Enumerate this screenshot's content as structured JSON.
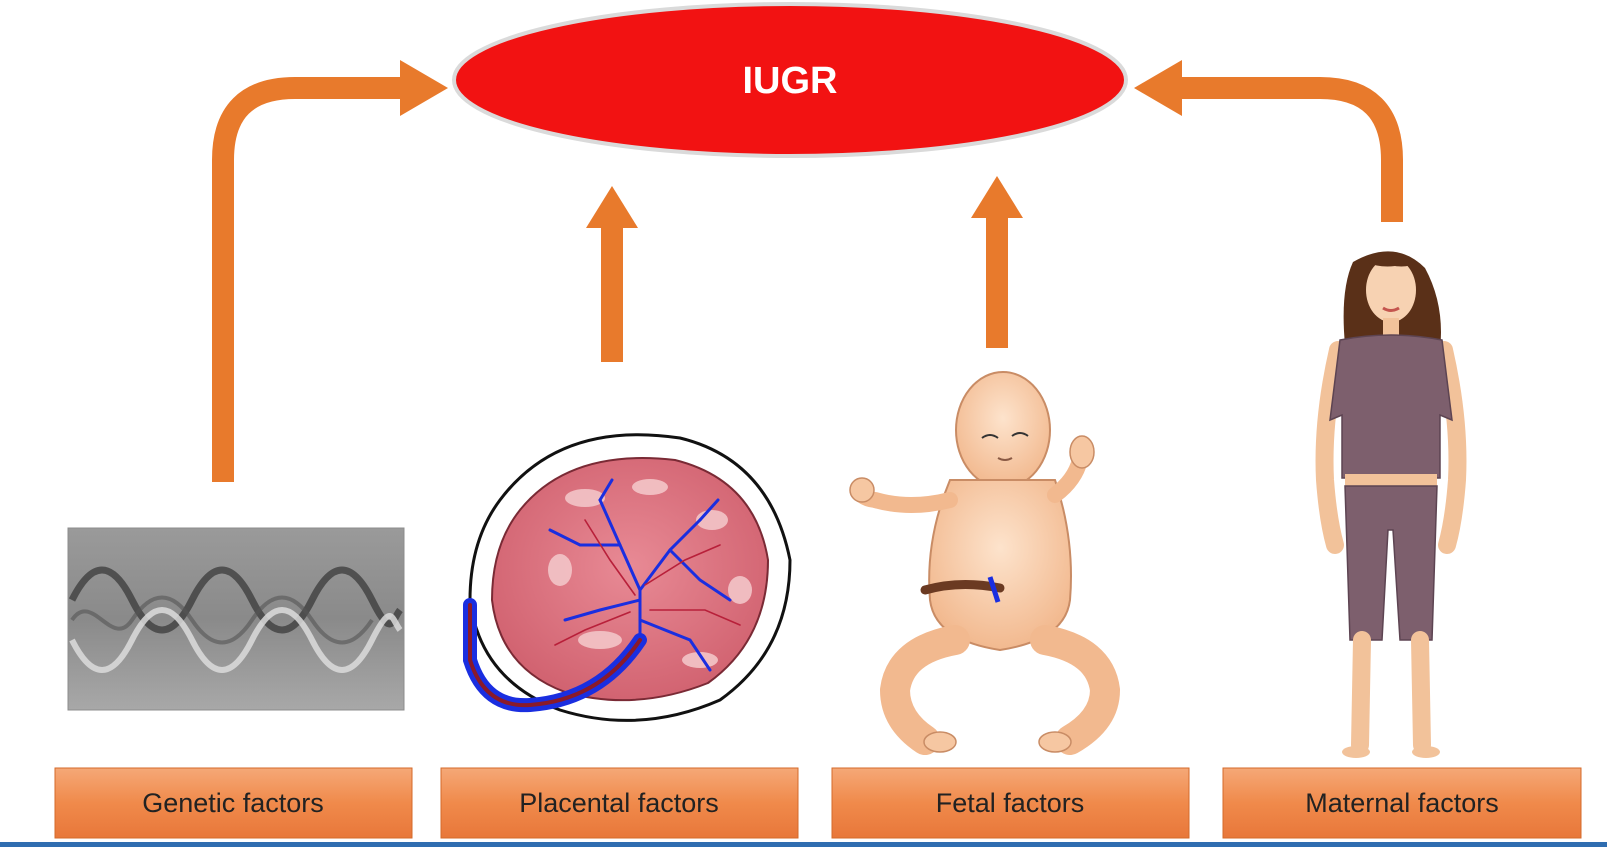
{
  "title": "IUGR",
  "factors": [
    {
      "label": "Genetic factors",
      "icon": "dna-image"
    },
    {
      "label": "Placental factors",
      "icon": "placenta-illustration"
    },
    {
      "label": "Fetal factors",
      "icon": "fetus-illustration"
    },
    {
      "label": "Maternal factors",
      "icon": "woman-illustration"
    }
  ],
  "colors": {
    "ellipse": "#f21212",
    "arrow": "#e87a2c",
    "box": "#f08a4b",
    "box_text": "#222222",
    "title_text": "#ffffff"
  }
}
